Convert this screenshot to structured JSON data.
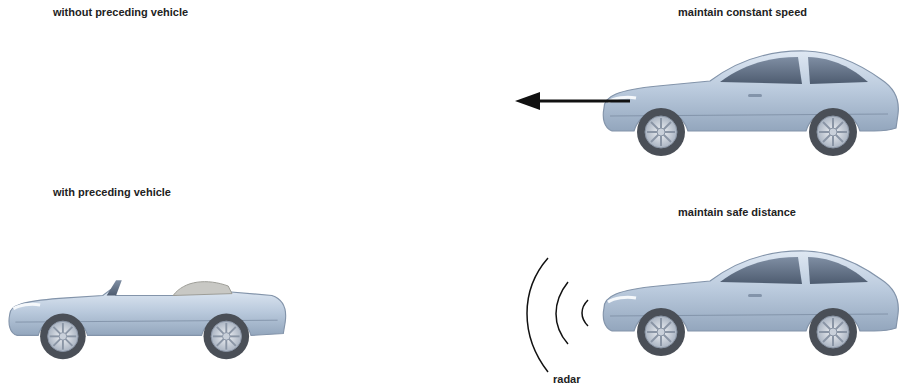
{
  "diagram": {
    "labels": [
      "without preceding vehicle",
      "maintain constant speed",
      "with preceding vehicle",
      "maintain safe distance",
      "radar"
    ]
  }
}
